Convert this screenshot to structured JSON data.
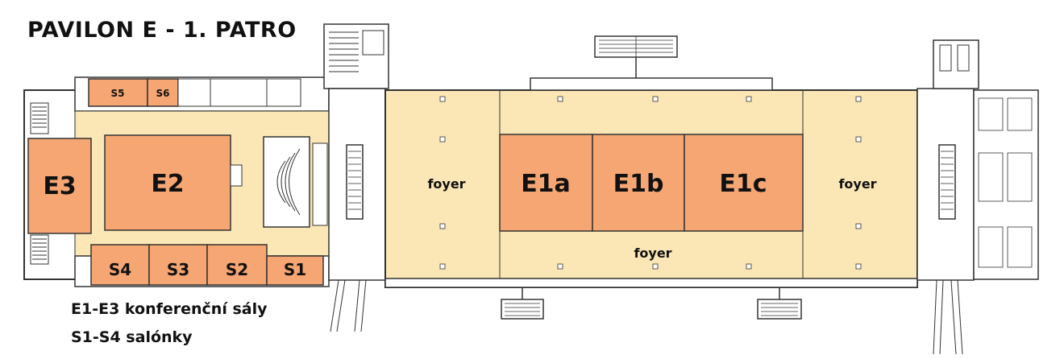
{
  "title": "PAVILON E - 1. PATRO",
  "legend": {
    "line1": "E1-E3 konferenční sály",
    "line2": "S1-S4 salónky"
  },
  "rooms": {
    "E3": "E3",
    "E2": "E2",
    "E1a": "E1a",
    "E1b": "E1b",
    "E1c": "E1c",
    "S1": "S1",
    "S2": "S2",
    "S3": "S3",
    "S4": "S4",
    "S5": "S5",
    "S6": "S6"
  },
  "foyer": {
    "left": "foyer",
    "center": "foyer",
    "right": "foyer"
  },
  "colors": {
    "hall": "#f6a673",
    "foyer": "#fbe7b5",
    "wall": "#333333",
    "background": "#ffffff"
  }
}
